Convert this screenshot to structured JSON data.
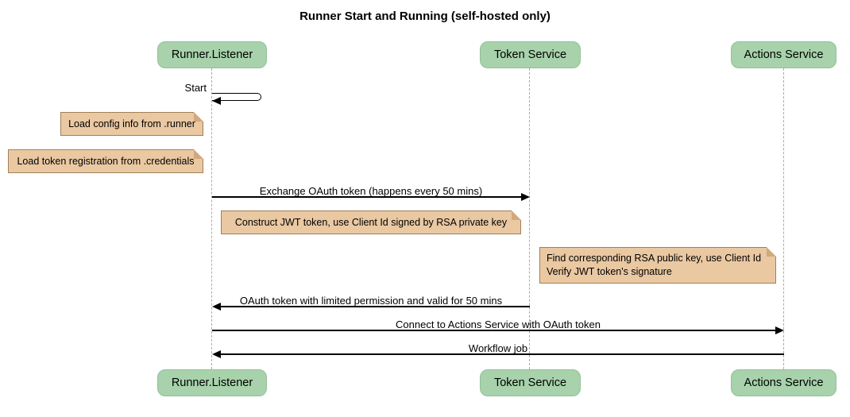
{
  "title": "Runner Start and Running (self-hosted only)",
  "participants": [
    {
      "label": "Runner.Listener"
    },
    {
      "label": "Token Service"
    },
    {
      "label": "Actions Service"
    }
  ],
  "messages": {
    "self_start": "Start",
    "exchange": "Exchange OAuth token (happens every 50 mins)",
    "oauth_return": "OAuth token with limited permission and valid for 50 mins",
    "connect": "Connect to Actions Service with OAuth token",
    "workflow": "Workflow job"
  },
  "notes": {
    "load_config": "Load config info from .runner",
    "load_credentials": "Load token registration from .credentials",
    "construct_jwt": "Construct JWT token, use Client Id signed by RSA private key",
    "verify_jwt": "Find corresponding RSA public key, use Client Id\nVerify JWT token's signature"
  },
  "colors": {
    "page_bg": "#ffffff",
    "participant_fill": "#a7d2ab",
    "participant_border": "#93c197",
    "note_fill": "#e9c8a2",
    "note_border": "#a0815a",
    "note_fold": "#d2a87d",
    "lifeline": "#aaaaaa",
    "arrow": "#000000"
  }
}
